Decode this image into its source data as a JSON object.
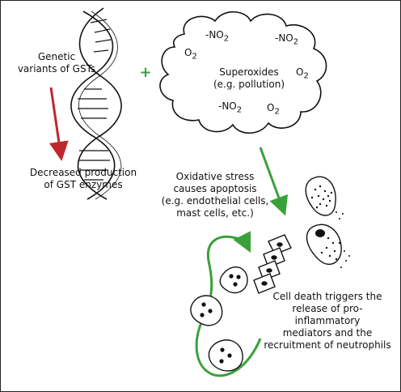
{
  "labels": {
    "genetic_l1": "Genetic",
    "genetic_l2": "variants of GSTs",
    "decreased_l1": "Decreased production",
    "decreased_l2": "of GST enzymes",
    "plus": "+",
    "superoxides_l1": "Superoxides",
    "superoxides_l2": "(e.g. pollution)",
    "oxidative_l1": "Oxidative stress",
    "oxidative_l2": "causes apoptosis",
    "oxidative_l3": "(e.g. endothelial cells,",
    "oxidative_l4": "mast cells, etc.)",
    "celldeath_l1": "Cell death triggers the",
    "celldeath_l2": "release of pro-inflammatory",
    "celldeath_l3": "mediators and the",
    "celldeath_l4": "recruitment of neutrophils"
  },
  "molecules": {
    "no2": "-NO",
    "no2_sub": "2",
    "o2": "O",
    "o2_sub": "2"
  },
  "colors": {
    "red_arrow": "#c0272d",
    "green_arrow": "#3aa13a",
    "ink": "#111111"
  }
}
